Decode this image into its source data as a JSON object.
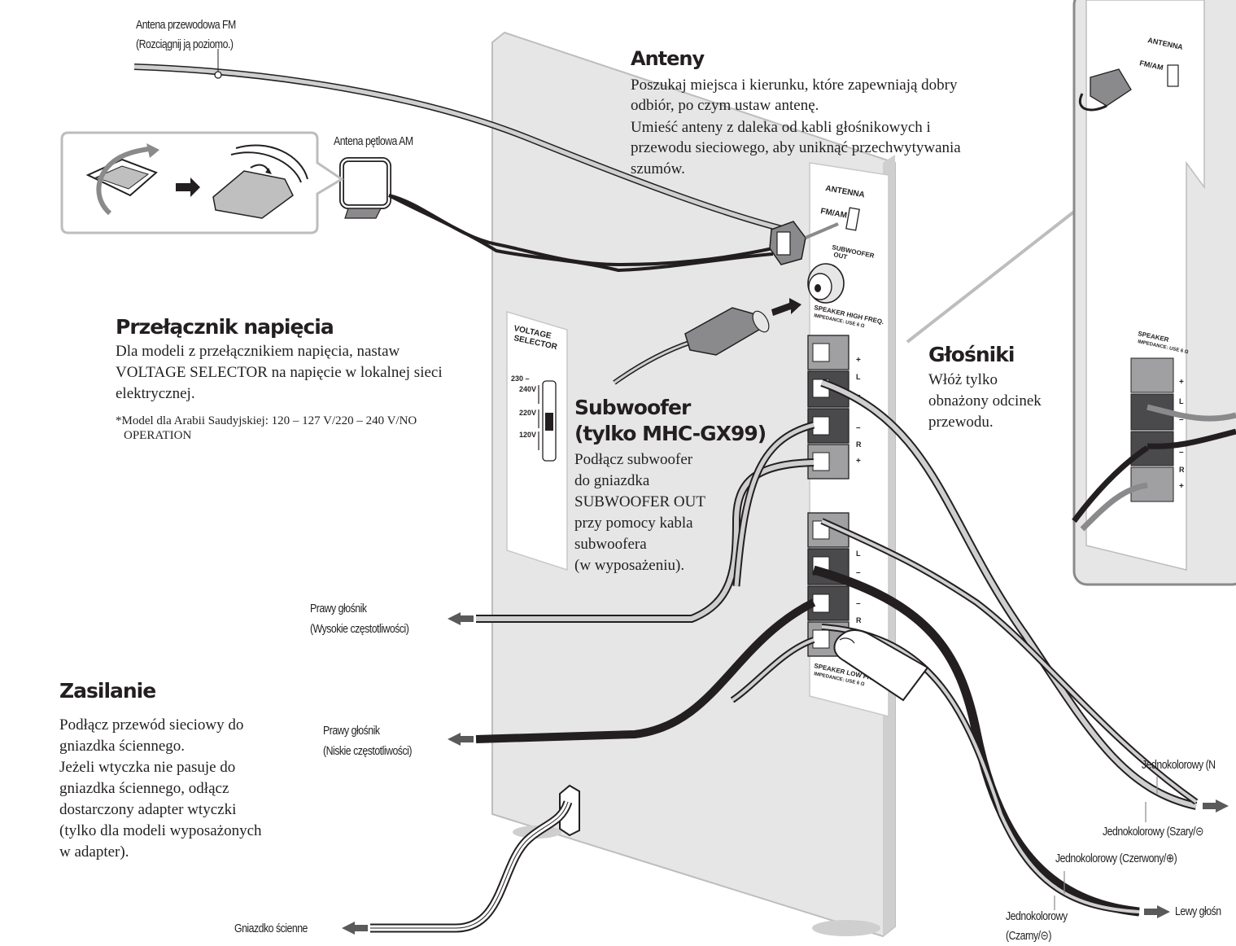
{
  "labels": {
    "fm_antenna": "Antena przewodowa FM",
    "fm_antenna_note": "(Rozciągnij ją poziomo.)",
    "am_antenna": "Antena pętlowa AM",
    "right_speaker_high": "Prawy głośnik",
    "right_speaker_high_note": "(Wysokie częstotliwości)",
    "right_speaker_low": "Prawy głośnik",
    "right_speaker_low_note": "(Niskie częstotliwości)",
    "wall_outlet": "Gniazdko ścienne",
    "solid_n": "Jednokolorowy (N",
    "solid_gray": "Jednokolorowy (Szary/⊝",
    "solid_red": "Jednokolorowy (Czerwony/⊕)",
    "solid_black_1": "Jednokolorowy",
    "solid_black_2": "(Czarny/⊝)",
    "left_speaker": "Lewy głośn"
  },
  "sections": {
    "antennas": {
      "title": "Anteny",
      "text1": "Poszukaj miejsca i kierunku, które zapewniają dobry",
      "text2": "odbiór, po czym ustaw antenę.",
      "text3": "Umieść anteny z daleka od kabli głośnikowych i",
      "text4": "przewodu sieciowego, aby uniknąć przechwytywania",
      "text5": "szumów."
    },
    "voltage": {
      "title": "Przełącznik napięcia",
      "text1": "Dla modeli z przełącznikiem napięcia, nastaw",
      "text2": "VOLTAGE SELECTOR na napięcie w lokalnej sieci",
      "text3": "elektrycznej.",
      "note1": "*Model dla Arabii Saudyjskiej: 120 – 127 V/220 – 240 V/NO",
      "note2": "OPERATION"
    },
    "subwoofer": {
      "title1": "Subwoofer",
      "title2": "(tylko MHC-GX99)",
      "text1": "Podłącz subwoofer",
      "text2": "do gniazdka",
      "text3": "SUBWOOFER OUT",
      "text4": "przy pomocy kabla",
      "text5": "subwoofera",
      "text6": "(w wyposażeniu)."
    },
    "speakers": {
      "title": "Głośniki",
      "text1": "Włóż tylko",
      "text2": "obnażony odcinek",
      "text3": "przewodu."
    },
    "power": {
      "title": "Zasilanie",
      "text1": "Podłącz przewód sieciowy do",
      "text2": "gniazdka ściennego.",
      "text3": "Jeżeli wtyczka nie pasuje do",
      "text4": "gniazdka ściennego, odłącz",
      "text5": "dostarczony adapter wtyczki",
      "text6": "(tylko dla modeli wyposażonych",
      "text7": "w adapter)."
    }
  },
  "device": {
    "antenna": "ANTENNA",
    "fm_am": "FM/AM",
    "subwoofer_out_1": "SUBWOOFER",
    "subwoofer_out_2": "OUT",
    "speaker_high_1": "SPEAKER HIGH FREQ.",
    "speaker_high_2": "IMPEDANCE: USE 6 Ω",
    "speaker_low_1": "SPEAKER LOW FREQ.",
    "speaker_low_2": "IMPEDANCE: USE 6 Ω",
    "voltage_1": "VOLTAGE",
    "voltage_2": "SELECTOR",
    "v230_1": "230 –",
    "v230_2": "240V",
    "v220": "220V",
    "v120": "120V",
    "speaker_inset_1": "SPEAKER",
    "speaker_inset_2": "IMPEDANCE: USE 6 Ω",
    "plus": "+",
    "minus": "–",
    "L": "L",
    "R": "R"
  }
}
